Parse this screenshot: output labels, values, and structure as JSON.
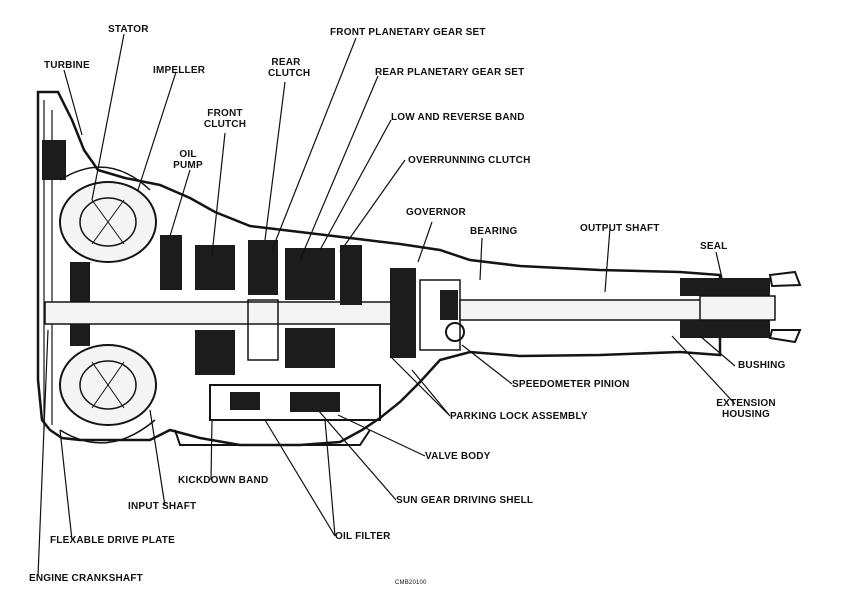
{
  "labels": {
    "stator": "STATOR",
    "front_planetary_gear_set": "FRONT PLANETARY GEAR SET",
    "turbine": "TURBINE",
    "impeller": "IMPELLER",
    "rear_clutch_line1": "REAR",
    "rear_clutch_line2": "CLUTCH",
    "rear_planetary_gear_set": "REAR PLANETARY GEAR SET",
    "front_clutch_line1": "FRONT",
    "front_clutch_line2": "CLUTCH",
    "low_and_reverse_band": "LOW AND REVERSE BAND",
    "oil_pump_line1": "OIL",
    "oil_pump_line2": "PUMP",
    "overrunning_clutch": "OVERRUNNING CLUTCH",
    "governor": "GOVERNOR",
    "bearing": "BEARING",
    "output_shaft": "OUTPUT SHAFT",
    "seal": "SEAL",
    "speedometer_pinion": "SPEEDOMETER PINION",
    "bushing": "BUSHING",
    "extension_housing_line1": "EXTENSION",
    "extension_housing_line2": "HOUSING",
    "parking_lock_assembly": "PARKING LOCK ASSEMBLY",
    "valve_body": "VALVE BODY",
    "kickdown_band": "KICKDOWN BAND",
    "sun_gear_driving_shell": "SUN GEAR DRIVING SHELL",
    "input_shaft": "INPUT SHAFT",
    "flexable_drive_plate": "FLEXABLE DRIVE PLATE",
    "oil_filter": "OIL FILTER",
    "engine_crankshaft": "ENGINE CRANKSHAFT",
    "figure_code": "CMB20100"
  }
}
